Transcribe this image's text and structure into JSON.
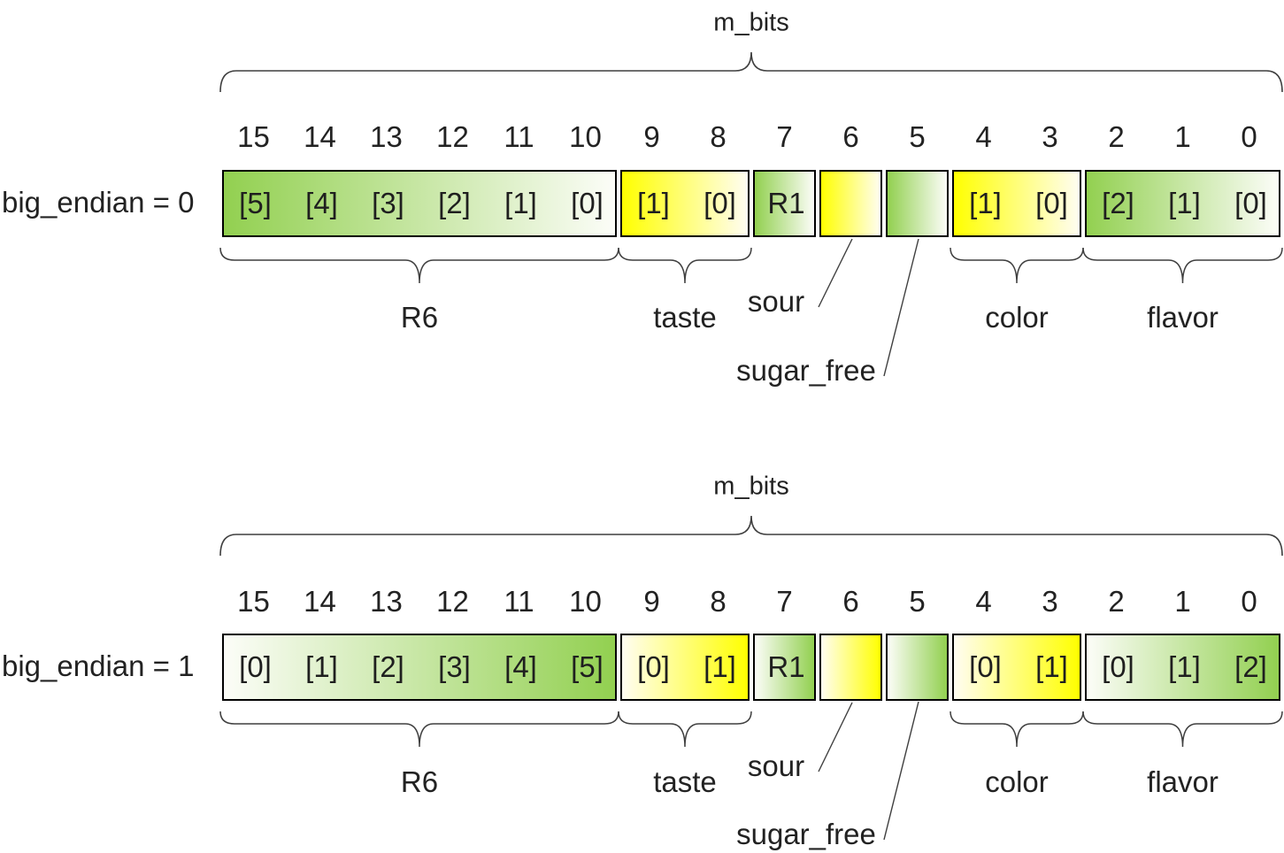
{
  "colors": {
    "green_dark": "#92d050",
    "green_light": "#fcfdf8",
    "yellow_dark": "#ffff00",
    "yellow_light": "#fffdf2",
    "box_border": "#000000",
    "line": "#3f3f3f",
    "text": "#222222"
  },
  "diagrams": [
    {
      "bits_label": "m_bits",
      "side_label": "big_endian = 0",
      "bit_numbers": [
        "15",
        "14",
        "13",
        "12",
        "11",
        "10",
        "9",
        "8",
        "7",
        "6",
        "5",
        "4",
        "3",
        "2",
        "1",
        "0"
      ],
      "fields": [
        {
          "name": "R6",
          "label": "R6",
          "msb": 15,
          "lsb": 10,
          "scheme": "green",
          "dark_side": "left",
          "cell_labels": [
            "[5]",
            "[4]",
            "[3]",
            "[2]",
            "[1]",
            "[0]"
          ],
          "annotation": "brace"
        },
        {
          "name": "taste",
          "label": "taste",
          "msb": 9,
          "lsb": 8,
          "scheme": "yellow",
          "dark_side": "left",
          "cell_labels": [
            "[1]",
            "[0]"
          ],
          "annotation": "brace"
        },
        {
          "name": "R1",
          "label": "",
          "msb": 7,
          "lsb": 7,
          "scheme": "green",
          "dark_side": "left",
          "cell_labels": [
            "R1"
          ],
          "annotation": "none"
        },
        {
          "name": "sour",
          "label": "sour",
          "msb": 6,
          "lsb": 6,
          "scheme": "yellow",
          "dark_side": "left",
          "cell_labels": [],
          "annotation": "line"
        },
        {
          "name": "sugar_free",
          "label": "sugar_free",
          "msb": 5,
          "lsb": 5,
          "scheme": "green",
          "dark_side": "left",
          "cell_labels": [],
          "annotation": "line"
        },
        {
          "name": "color",
          "label": "color",
          "msb": 4,
          "lsb": 3,
          "scheme": "yellow",
          "dark_side": "left",
          "cell_labels": [
            "[1]",
            "[0]"
          ],
          "annotation": "brace"
        },
        {
          "name": "flavor",
          "label": "flavor",
          "msb": 2,
          "lsb": 0,
          "scheme": "green",
          "dark_side": "left",
          "cell_labels": [
            "[2]",
            "[1]",
            "[0]"
          ],
          "annotation": "brace"
        }
      ]
    },
    {
      "bits_label": "m_bits",
      "side_label": "big_endian = 1",
      "bit_numbers": [
        "15",
        "14",
        "13",
        "12",
        "11",
        "10",
        "9",
        "8",
        "7",
        "6",
        "5",
        "4",
        "3",
        "2",
        "1",
        "0"
      ],
      "fields": [
        {
          "name": "R6",
          "label": "R6",
          "msb": 15,
          "lsb": 10,
          "scheme": "green",
          "dark_side": "right",
          "cell_labels": [
            "[0]",
            "[1]",
            "[2]",
            "[3]",
            "[4]",
            "[5]"
          ],
          "annotation": "brace"
        },
        {
          "name": "taste",
          "label": "taste",
          "msb": 9,
          "lsb": 8,
          "scheme": "yellow",
          "dark_side": "right",
          "cell_labels": [
            "[0]",
            "[1]"
          ],
          "annotation": "brace"
        },
        {
          "name": "R1",
          "label": "",
          "msb": 7,
          "lsb": 7,
          "scheme": "green",
          "dark_side": "right",
          "cell_labels": [
            "R1"
          ],
          "annotation": "none"
        },
        {
          "name": "sour",
          "label": "sour",
          "msb": 6,
          "lsb": 6,
          "scheme": "yellow",
          "dark_side": "right",
          "cell_labels": [],
          "annotation": "line"
        },
        {
          "name": "sugar_free",
          "label": "sugar_free",
          "msb": 5,
          "lsb": 5,
          "scheme": "green",
          "dark_side": "right",
          "cell_labels": [],
          "annotation": "line"
        },
        {
          "name": "color",
          "label": "color",
          "msb": 4,
          "lsb": 3,
          "scheme": "yellow",
          "dark_side": "right",
          "cell_labels": [
            "[0]",
            "[1]"
          ],
          "annotation": "brace"
        },
        {
          "name": "flavor",
          "label": "flavor",
          "msb": 2,
          "lsb": 0,
          "scheme": "green",
          "dark_side": "right",
          "cell_labels": [
            "[0]",
            "[1]",
            "[2]"
          ],
          "annotation": "brace"
        }
      ]
    }
  ]
}
